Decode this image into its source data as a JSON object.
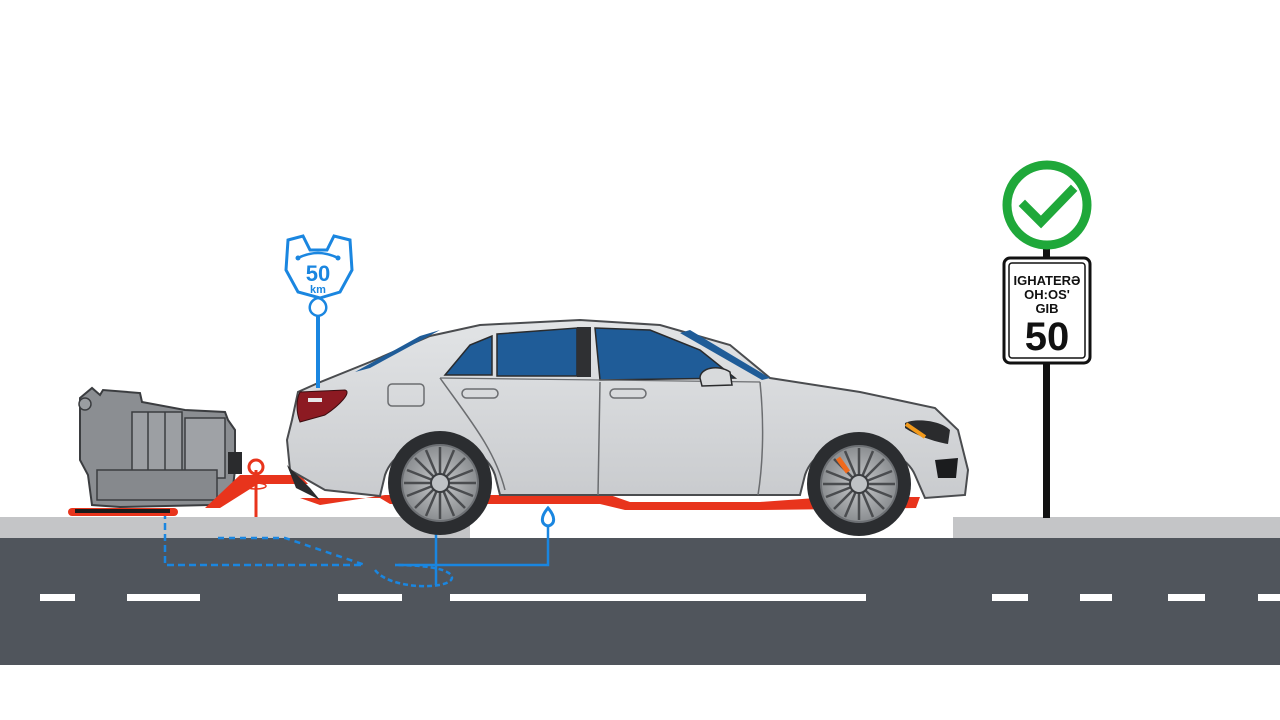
{
  "scene": {
    "description": "Illustration of a silver sedan on a road towing an engine/transmission unit on a red frame, with a blue speed gauge marker and a roadside speed-limit sign with a green check mark",
    "colors": {
      "background": "#ffffff",
      "road": "#50555c",
      "sidewalk": "#c4c5c7",
      "lane_marking": "#ffffff",
      "car_body": "#d4d6d9",
      "car_window": "#1f5c98",
      "frame_red": "#e8341c",
      "indicator_blue": "#1a86e0",
      "check_green": "#1fa83a"
    }
  },
  "gauge_marker": {
    "value": "50",
    "unit": "km"
  },
  "road_sign": {
    "line1": "IGHATERƏ",
    "line2": "OH:OS'",
    "line3": "GIB",
    "speed": "50",
    "status_icon": "check-icon"
  },
  "road": {
    "lane_dashes": [
      [
        40,
        75
      ],
      [
        127,
        200
      ],
      [
        338,
        402
      ],
      [
        450,
        866
      ],
      [
        992,
        1028
      ],
      [
        1080,
        1112
      ],
      [
        1168,
        1205
      ],
      [
        1258,
        1280
      ]
    ]
  }
}
